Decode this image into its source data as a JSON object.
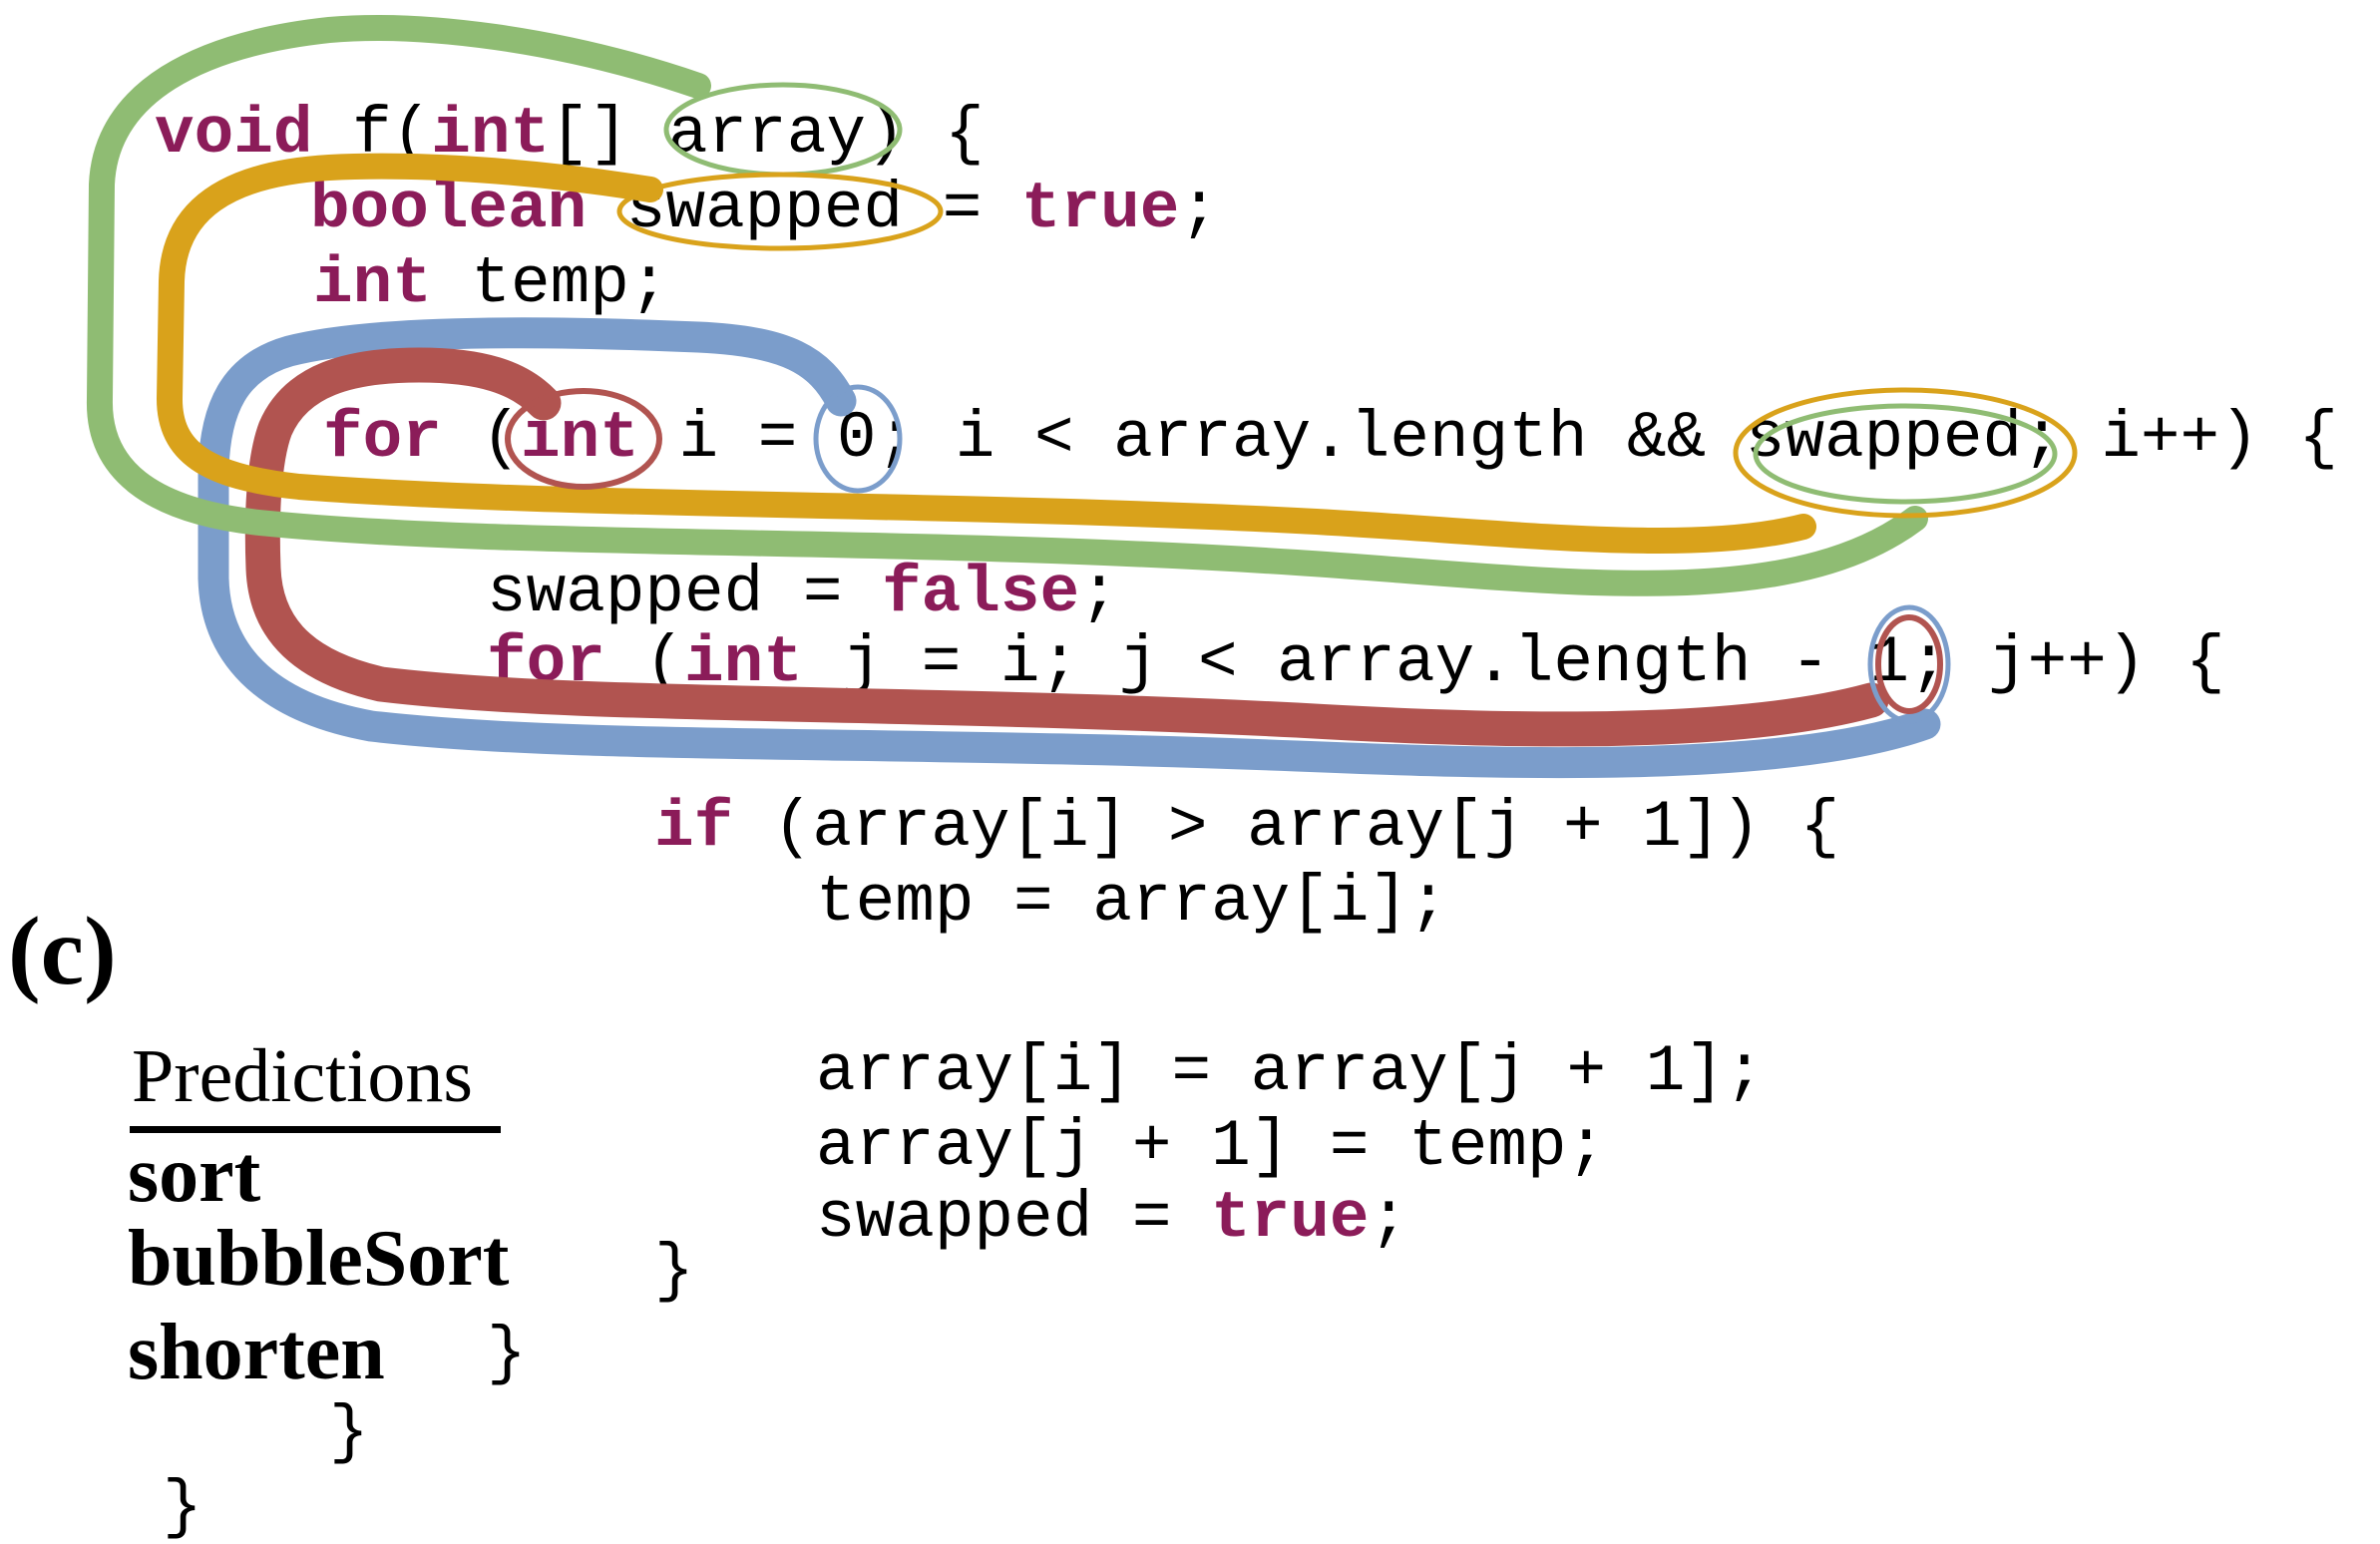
{
  "figure_label": "(c)",
  "colors": {
    "green": "#8FBC73",
    "gold": "#D9A21B",
    "blue": "#7B9DCB",
    "red": "#B15450",
    "keyword": "#8B1C59",
    "code_text": "#000000"
  },
  "code": {
    "l1": {
      "s1": "void",
      "s2": " f(",
      "s3": "int",
      "s4": "[] array) {"
    },
    "l2": {
      "s1": "boolean",
      "s2": " swapped = ",
      "s3": "true",
      "s4": ";"
    },
    "l3": {
      "s1": "int",
      "s2": " temp;"
    },
    "l4": {
      "s1": "for",
      "s2": " (",
      "s3": "int",
      "s4": " i = 0; i < array.length && swapped; i++) {"
    },
    "l5": {
      "s1": "swapped = ",
      "s2": "false",
      "s3": ";"
    },
    "l6": {
      "s1": "for",
      "s2": " (",
      "s3": "int",
      "s4": " j = i; j < array.length - 1; j++) {"
    },
    "l7": {
      "s1": "if",
      "s2": " (array[i] > array[j + 1]) {"
    },
    "l8": {
      "s1": "temp = array[i];"
    },
    "l9": {
      "s1": "array[i] = array[j + 1];"
    },
    "l10": {
      "s1": "array[j + 1] = temp;"
    },
    "l11": {
      "s1": "swapped = ",
      "s2": "true",
      "s3": ";"
    },
    "b1": {
      "s1": "}"
    },
    "b2": {
      "s1": "}"
    },
    "b3": {
      "s1": "}"
    },
    "b4": {
      "s1": "}"
    }
  },
  "predictions": {
    "title": "Predictions",
    "item1": "sort",
    "item2": "bubbleSort",
    "item3": "shorten"
  },
  "annotations": {
    "circled_tokens": [
      {
        "token": "array",
        "location": "method parameter",
        "circle_colors": [
          "green"
        ]
      },
      {
        "token": "swapped",
        "location": "boolean declaration",
        "circle_colors": [
          "gold"
        ]
      },
      {
        "token": "int",
        "location": "outer for initializer",
        "circle_colors": [
          "red"
        ]
      },
      {
        "token": "0",
        "location": "outer for initializer",
        "circle_colors": [
          "blue"
        ]
      },
      {
        "token": "swapped",
        "location": "outer for condition",
        "circle_colors": [
          "gold",
          "green"
        ]
      },
      {
        "token": "1",
        "location": "inner for condition",
        "circle_colors": [
          "blue",
          "red"
        ]
      }
    ],
    "arcs": [
      {
        "color": "green",
        "from": "array (parameter)",
        "to": "swapped (outer for condition)"
      },
      {
        "color": "gold",
        "from": "swapped (declaration)",
        "to": "swapped (outer for condition)"
      },
      {
        "color": "blue",
        "from": "0 (outer for initializer)",
        "to": "1 (inner for condition)"
      },
      {
        "color": "red",
        "from": "int (outer for initializer)",
        "to": "1 (inner for condition)"
      }
    ]
  }
}
